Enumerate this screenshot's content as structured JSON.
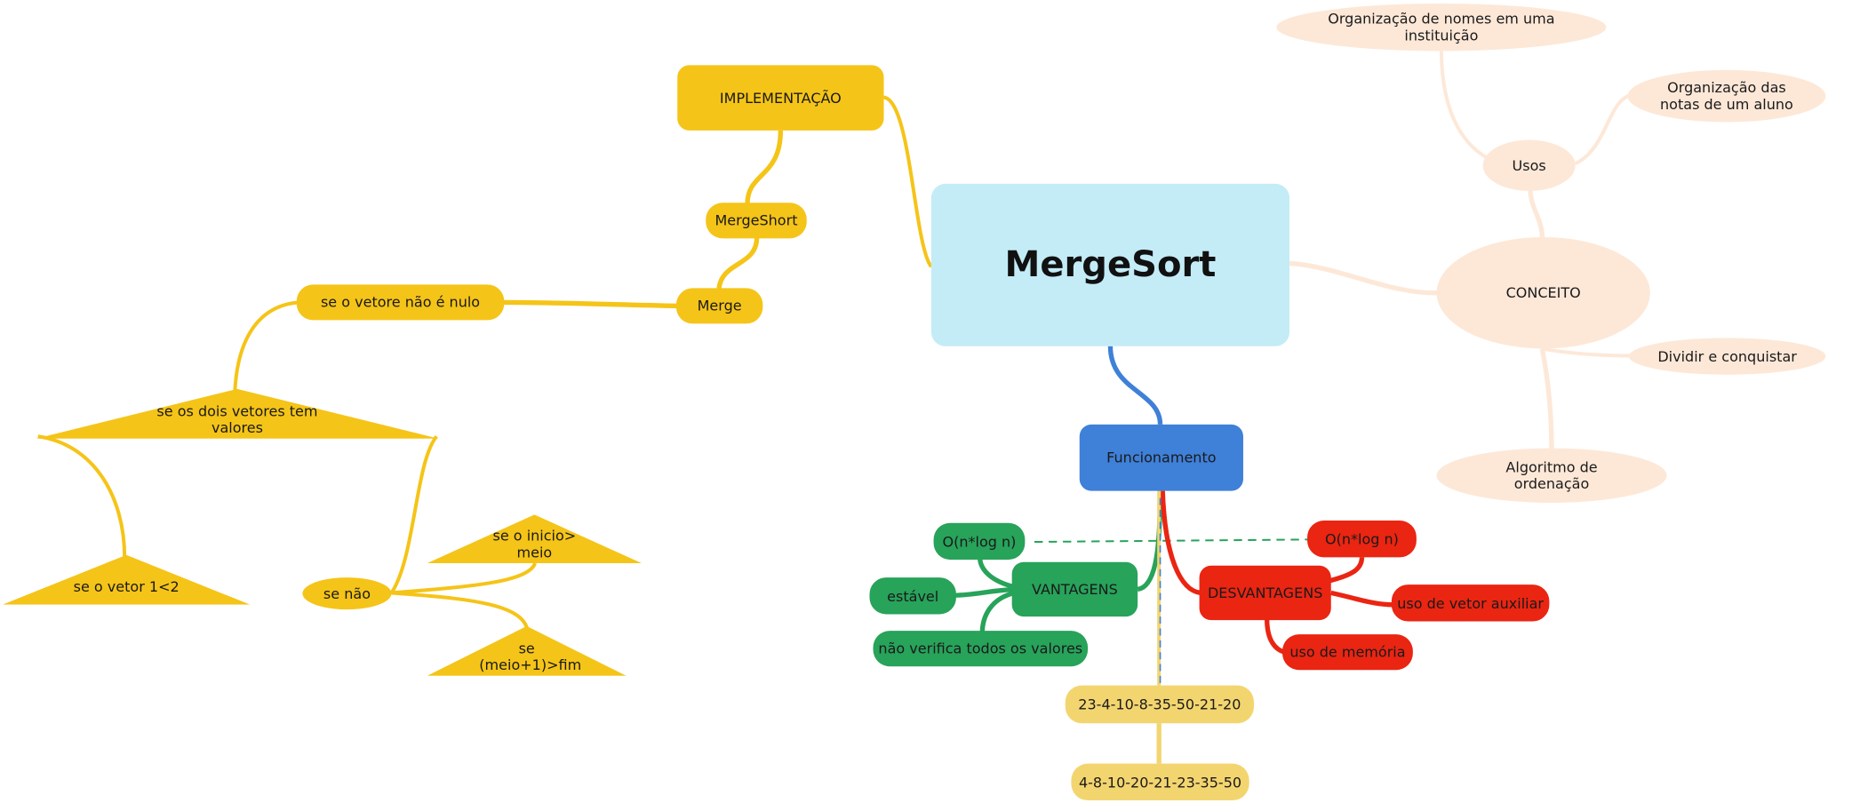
{
  "root": "MergeSort",
  "implementacao": {
    "title": "IMPLEMENTAÇÃO",
    "mergeshort": "MergeShort",
    "merge": "Merge",
    "nao_nulo": "se o vetore não é nulo",
    "dois_vetores": "se os dois vetores tem valores",
    "vetor_menor": "se o vetor 1<2",
    "se_nao": "se não",
    "inicio_meio": "se o inicio> meio",
    "meio_fim": "se (meio+1)>fim"
  },
  "conceito": {
    "title": "CONCEITO",
    "usos": "Usos",
    "uso_nomes": "Organização de nomes em uma instituição",
    "uso_notas": "Organização das notas de um aluno",
    "dividir": "Dividir e conquistar",
    "algoritmo": "Algoritmo de ordenação"
  },
  "funcionamento": {
    "title": "Funcionamento",
    "vetor_original": "23-4-10-8-35-50-21-20",
    "vetor_ordenado": "4-8-10-20-21-23-35-50"
  },
  "vantagens": {
    "title": "VANTAGENS",
    "complexidade": "O(n*log n)",
    "estavel": "estável",
    "nao_verifica": "não verifica todos os valores"
  },
  "desvantagens": {
    "title": "DESVANTAGENS",
    "complexidade": "O(n*log n)",
    "vetor_auxiliar": "uso de vetor auxiliar",
    "memoria": "uso de memória"
  },
  "colors": {
    "yellow": "#f5c418",
    "light_yellow": "#f3d570",
    "green": "#27a35a",
    "red": "#ea2512",
    "blue": "#3f80d8",
    "peach": "#fde8d8",
    "root_fill": "#c3ecf7"
  }
}
